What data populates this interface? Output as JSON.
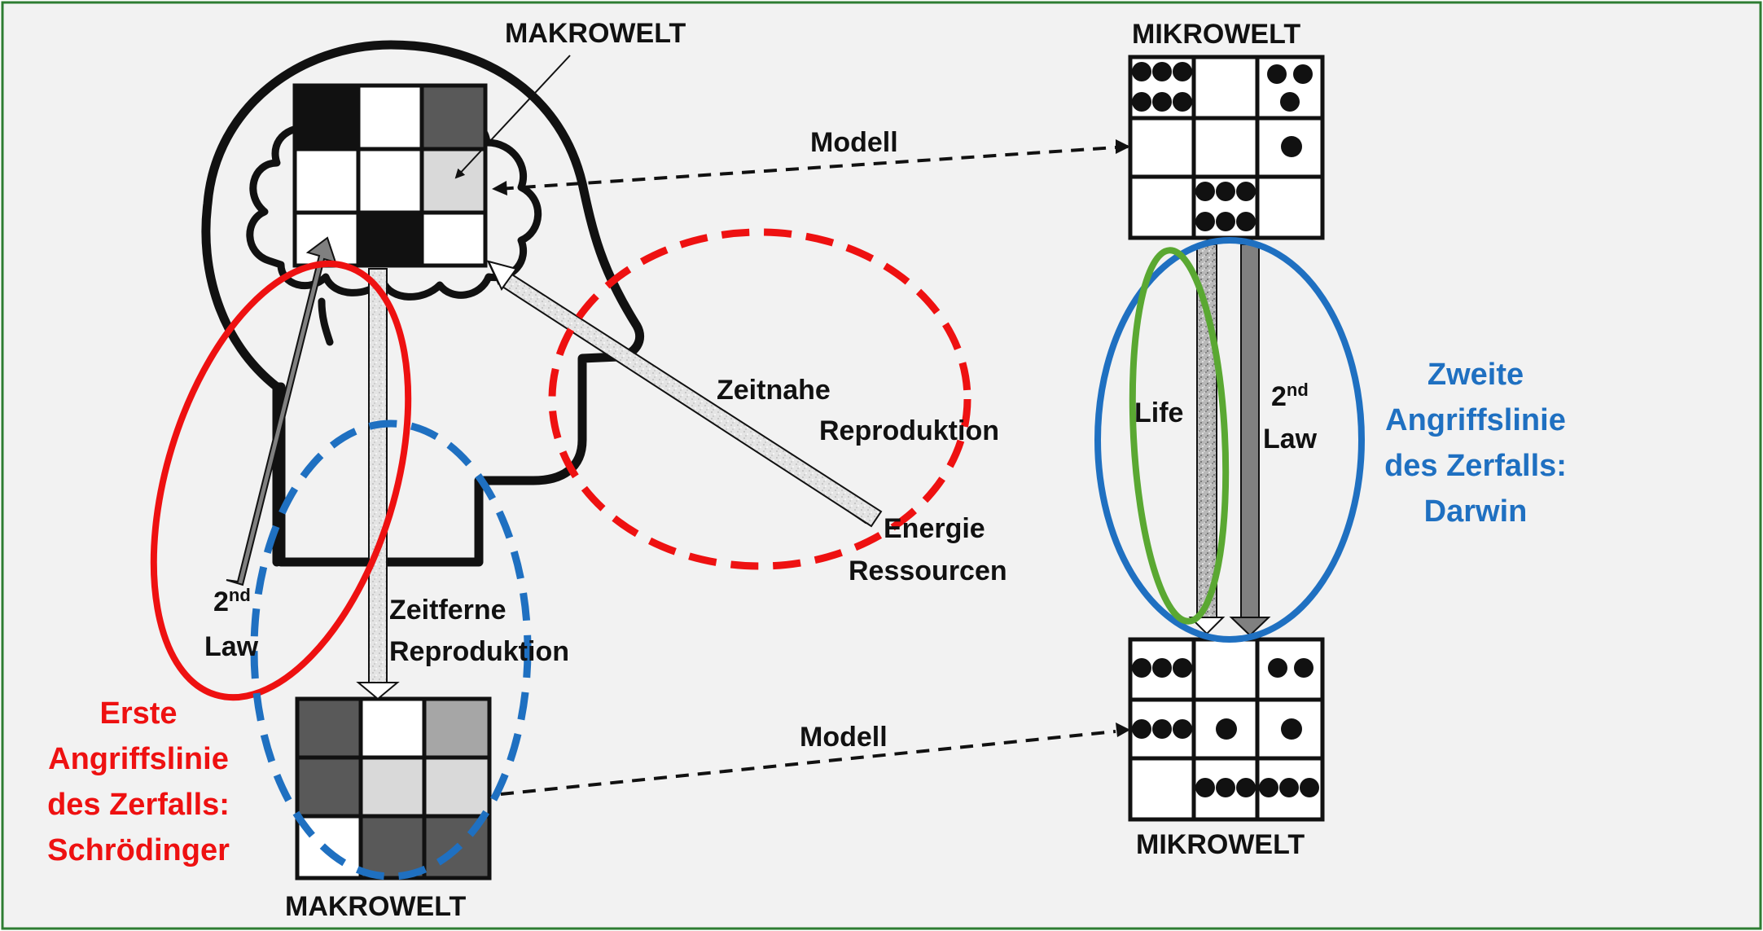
{
  "labels": {
    "makrowelt_top": "MAKROWELT",
    "makrowelt_bottom": "MAKROWELT",
    "mikrowelt_top": "MIKROWELT",
    "mikrowelt_bottom": "MIKROWELT",
    "modell_top": "Modell",
    "modell_bottom": "Modell",
    "zeitnahe_line1": "Zeitnahe",
    "zeitnahe_line2": "Reproduktion",
    "zeitferne_line1": "Zeitferne",
    "zeitferne_line2": "Reproduktion",
    "energie_line1": "Energie",
    "energie_line2": "Ressourcen",
    "law_left_num": "2",
    "law_left_sup": "nd",
    "law_left_word": "Law",
    "law_right_num": "2",
    "law_right_sup": "nd",
    "law_right_word": "Law",
    "life": "Life"
  },
  "erste": {
    "line1": "Erste",
    "line2": "Angriffslinie",
    "line3": "des Zerfalls:",
    "line4": "Schrödinger"
  },
  "zweite": {
    "line1": "Zweite",
    "line2": "Angriffslinie",
    "line3": "des Zerfalls:",
    "line4": "Darwin"
  },
  "colors": {
    "background": "#f2f2f2",
    "frame": "#2e7d32",
    "red": "#ee1111",
    "blue": "#1f70c1",
    "green": "#5aa832",
    "black": "#111111",
    "dark_gray": "#595959",
    "mid_gray": "#a6a6a6",
    "light_gray": "#d9d9d9",
    "white": "#ffffff"
  }
}
